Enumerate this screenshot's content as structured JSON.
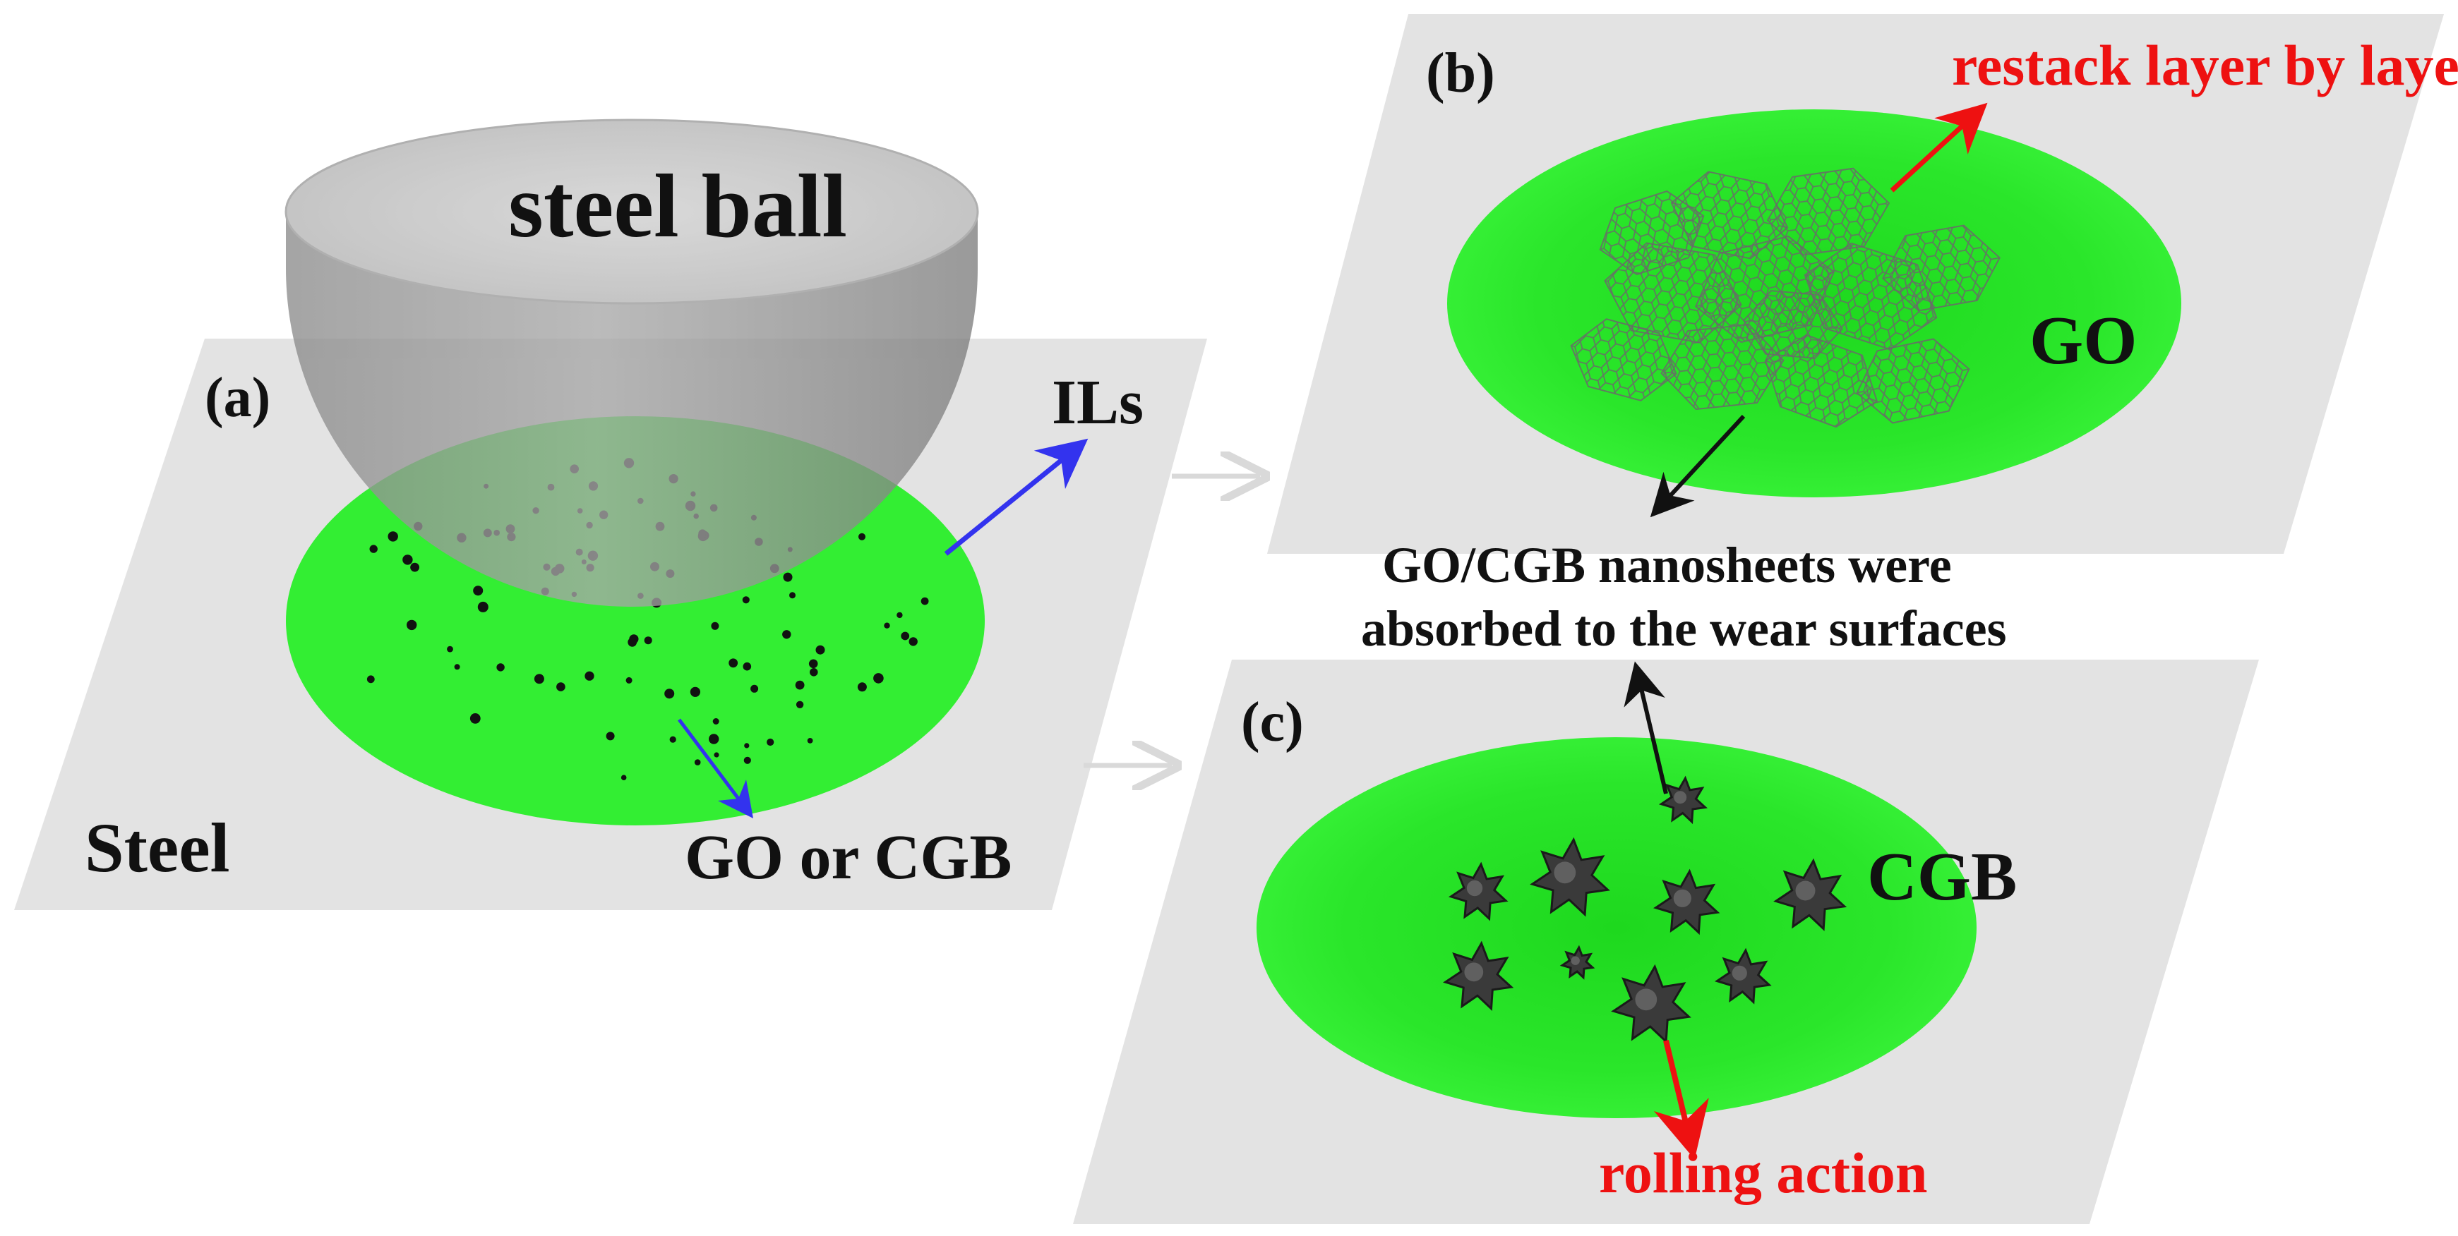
{
  "labels": {
    "steel_ball": "steel ball",
    "panel_a": "(a)",
    "ils": "ILs",
    "steel": "Steel",
    "go_or_cgb": "GO or CGB",
    "panel_b": "(b)",
    "restack": "restack layer by layer",
    "go": "GO",
    "absorbed_line1": "GO/CGB nanosheets were",
    "absorbed_line2": "absorbed to the wear surfaces",
    "panel_c": "(c)",
    "cgb": "CGB",
    "rolling": "rolling action"
  },
  "colors": {
    "plate": "#e3e3e3",
    "contact_green": "#33ee33",
    "inner_green": "#22dd22",
    "ball_gray": "#9a9a9a",
    "ball_top": "#c8c8c8",
    "arrow_blue": "#3333ee",
    "arrow_red": "#ee1111",
    "arrow_black": "#111111",
    "flow_arrow": "#d9d9d9",
    "red_text": "#ee1111",
    "text": "#111111"
  }
}
